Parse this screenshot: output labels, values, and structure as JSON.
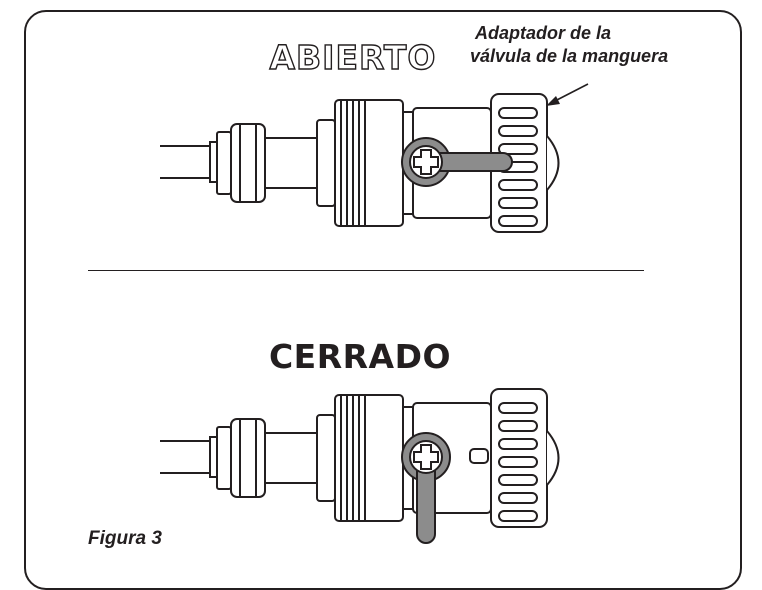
{
  "labels": {
    "open_title": "ABIERTO",
    "closed_title": "CERRADO",
    "callout_line1": "Adaptador de la",
    "callout_line2": "válvula de la manguera",
    "figure_caption": "Figura 3"
  },
  "colors": {
    "line": "#231f20",
    "handle": "#8c8c8c",
    "background": "#ffffff"
  }
}
